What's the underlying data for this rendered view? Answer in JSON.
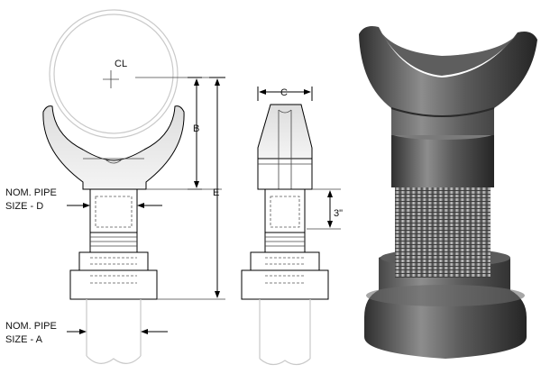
{
  "diagram": {
    "centerline_label": "CL",
    "dimension_labels": {
      "b": "B",
      "c": "C",
      "e": "E",
      "three_inch": "3\""
    },
    "callouts": {
      "pipe_size_d_line1": "NOM. PIPE",
      "pipe_size_d_line2": "SIZE - D",
      "pipe_size_a_line1": "NOM. PIPE",
      "pipe_size_a_line2": "SIZE - A"
    }
  },
  "colors": {
    "drawing_line": "#000000",
    "ghost_pipe": "#c9c9c9",
    "casting_dark": "#3e3e3e",
    "casting_light": "#9a9a9a",
    "thread_steel": "#8c8c8c"
  }
}
